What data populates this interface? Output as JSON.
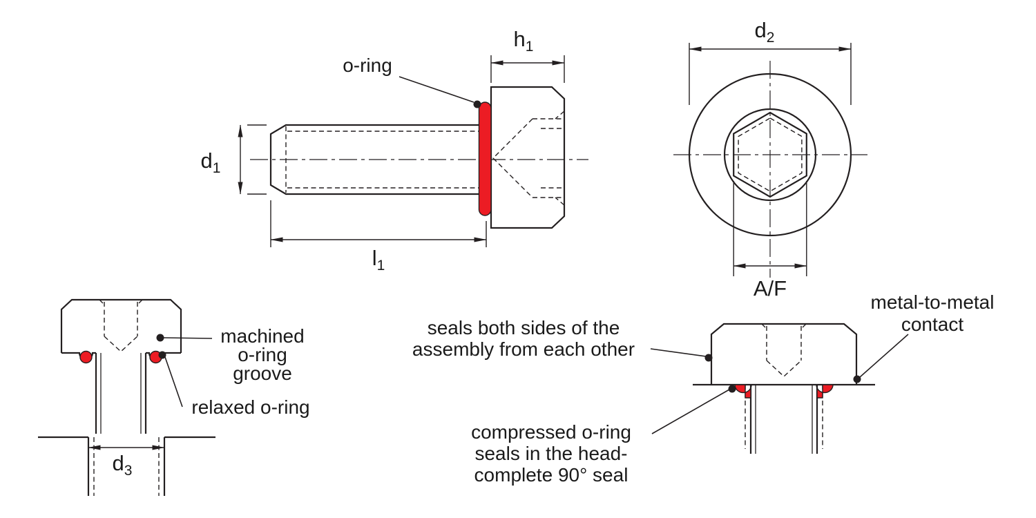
{
  "colors": {
    "line": "#231f20",
    "oring_red": "#ec1c24",
    "background": "#ffffff"
  },
  "side_view": {
    "oring_label": "o-ring",
    "dim_h1": {
      "main": "h",
      "sub": "1"
    },
    "dim_d1": {
      "main": "d",
      "sub": "1"
    },
    "dim_l1": {
      "main": "l",
      "sub": "1"
    }
  },
  "end_view": {
    "dim_d2": {
      "main": "d",
      "sub": "2"
    },
    "dim_af": "A/F"
  },
  "groove_detail": {
    "machined_lines": [
      "machined",
      "o-ring",
      "groove"
    ],
    "relaxed_label": "relaxed o-ring",
    "dim_d3": {
      "main": "d",
      "sub": "3"
    }
  },
  "assembly": {
    "seals_lines": [
      "seals both sides of the",
      "assembly from each other"
    ],
    "metal_lines": [
      "metal-to-metal",
      "contact"
    ],
    "compressed_lines": [
      "compressed o-ring",
      "seals in the head-",
      "complete 90° seal"
    ]
  }
}
